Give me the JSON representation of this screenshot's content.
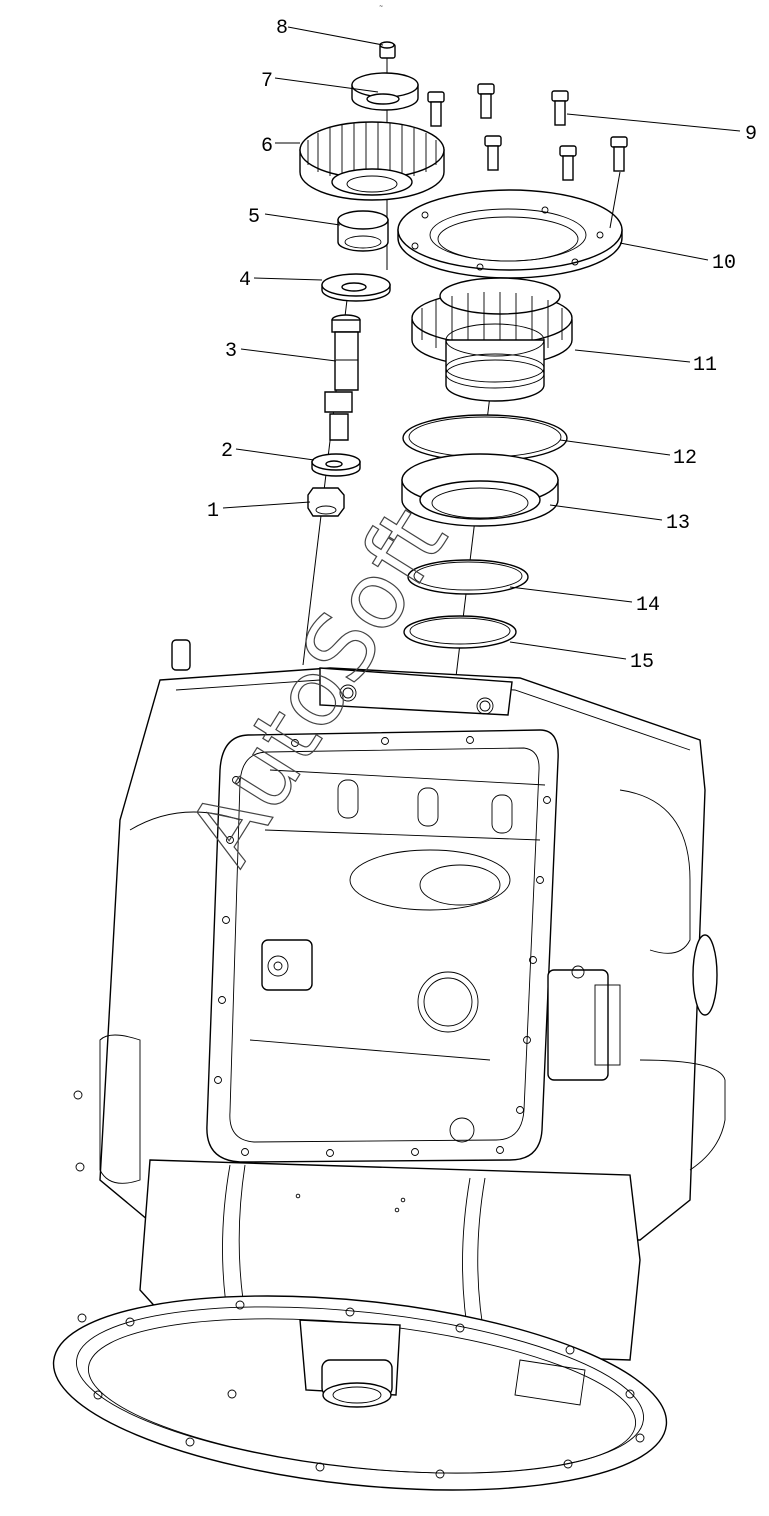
{
  "figure": {
    "watermark": "AutoSoft",
    "header_mark": "~",
    "colors": {
      "ink": "#000000",
      "paper": "#ffffff",
      "watermark": "#444444"
    }
  },
  "callouts": [
    {
      "number": "1"
    },
    {
      "number": "2"
    },
    {
      "number": "3"
    },
    {
      "number": "4"
    },
    {
      "number": "5"
    },
    {
      "number": "6"
    },
    {
      "number": "7"
    },
    {
      "number": "8"
    },
    {
      "number": "9"
    },
    {
      "number": "10"
    },
    {
      "number": "11"
    },
    {
      "number": "12"
    },
    {
      "number": "13"
    },
    {
      "number": "14"
    },
    {
      "number": "15"
    }
  ]
}
